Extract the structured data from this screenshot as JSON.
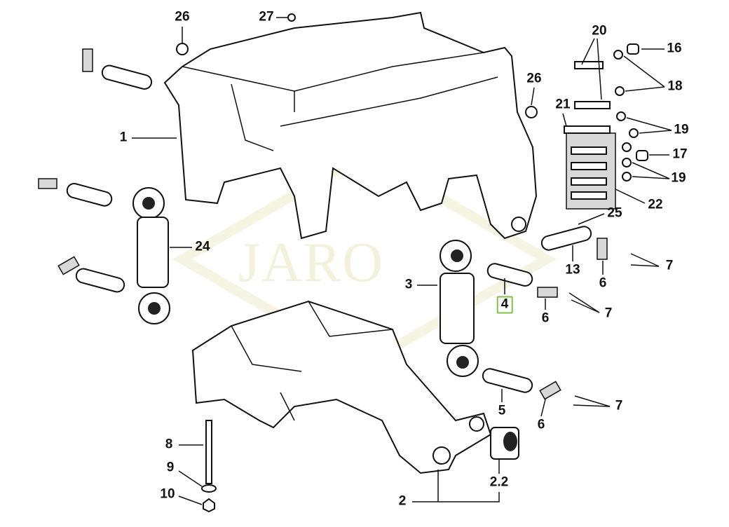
{
  "watermark": "JARO",
  "callouts": [
    {
      "text": "26"
    },
    {
      "text": "27"
    },
    {
      "text": "20"
    },
    {
      "text": "16"
    },
    {
      "text": "18"
    },
    {
      "text": "26"
    },
    {
      "text": "21"
    },
    {
      "text": "19"
    },
    {
      "text": "17"
    },
    {
      "text": "19"
    },
    {
      "text": "22"
    },
    {
      "text": "25"
    },
    {
      "text": "1"
    },
    {
      "text": "24"
    },
    {
      "text": "7"
    },
    {
      "text": "13"
    },
    {
      "text": "6"
    },
    {
      "text": "3"
    },
    {
      "text": "4",
      "highlighted": true
    },
    {
      "text": "6"
    },
    {
      "text": "7"
    },
    {
      "text": "7"
    },
    {
      "text": "5"
    },
    {
      "text": "6"
    },
    {
      "text": "8"
    },
    {
      "text": "9"
    },
    {
      "text": "10"
    },
    {
      "text": "2.2"
    },
    {
      "text": "2"
    }
  ],
  "highlight_color": "#7dc242"
}
